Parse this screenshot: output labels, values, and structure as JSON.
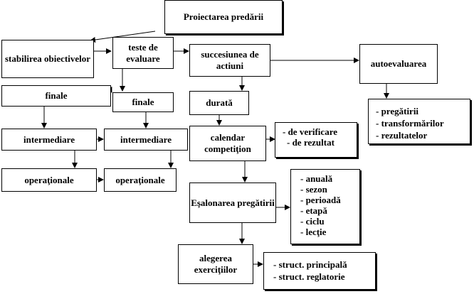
{
  "nodes": {
    "root": "Proiectarea predării",
    "stabilirea": "stabilirea obiectivelor",
    "finale_left": "finale",
    "intermediare_left": "intermediare",
    "operationale_left": "operaţionale",
    "teste": "teste de evaluare",
    "finale_mid": "finale",
    "intermediare_mid": "intermediare",
    "operationale_mid": "operaţionale",
    "succesiunea": "succesiunea de actiuni",
    "durata": "durată",
    "calendar": "calendar competiţion",
    "esalonarea": "Eşalonarea pregătirii",
    "alegerea": "alegerea exerciţiilor",
    "autoevaluarea": "autoevaluarea"
  },
  "lists": {
    "verificare": [
      "- de verificare",
      "- de rezultat"
    ],
    "esalonare": [
      "-  anuală",
      "-  sezon",
      "-  perioadă",
      "-  etapă",
      "-  ciclu",
      "-  lecţie"
    ],
    "structuri": [
      "- struct. principală",
      "- struct. reglatorie"
    ],
    "autoevaluare": [
      "-  pregătirii",
      "-  transformărilor",
      "-  rezultatelor"
    ]
  }
}
